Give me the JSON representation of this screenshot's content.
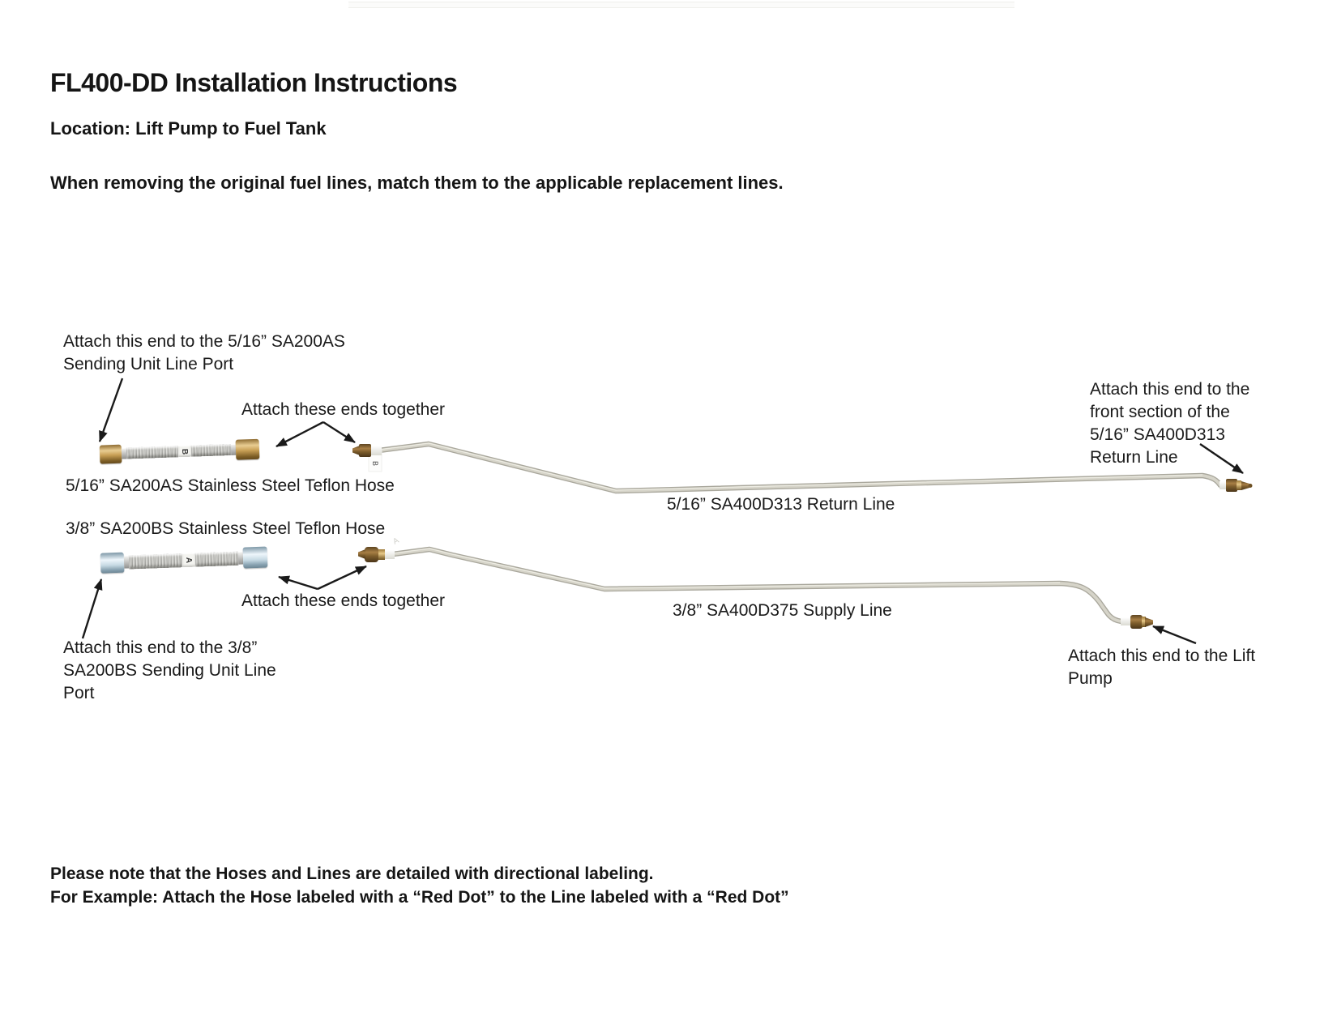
{
  "header": {
    "title": "FL400-DD Installation Instructions",
    "location": "Location: Lift Pump to Fuel Tank",
    "intro": "When removing the original fuel lines, match them to the applicable replacement lines."
  },
  "diagram": {
    "hose_b": {
      "label": "5/16” SA200AS Stainless Steel Teflon Hose",
      "tag": "B",
      "attach_line1": "Attach this end to the 5/16” SA200AS",
      "attach_line2": "Sending Unit Line Port",
      "join_label": "Attach these ends together"
    },
    "return_line": {
      "label": "5/16” SA400D313 Return Line",
      "tag": "B",
      "attach_line1": "Attach this end to the",
      "attach_line2": "front section of the",
      "attach_line3": "5/16” SA400D313",
      "attach_line4": "Return Line"
    },
    "hose_a": {
      "label": "3/8” SA200BS Stainless Steel Teflon Hose",
      "tag": "A",
      "attach_line1": "Attach this end to the 3/8”",
      "attach_line2": "SA200BS Sending Unit Line",
      "attach_line3": "Port",
      "join_label": "Attach these ends together"
    },
    "supply_line": {
      "label": "3/8” SA400D375 Supply Line",
      "tag": "A",
      "attach_line1": "Attach this end to the Lift",
      "attach_line2": "Pump"
    }
  },
  "footer": {
    "note_line1": "Please note that the Hoses and Lines are detailed with directional labeling.",
    "note_line2": "For Example: Attach the Hose labeled with a “Red Dot” to the Line labeled with a “Red Dot”"
  },
  "colors": {
    "tube_edge": "#a9a79c",
    "tube_body": "#d6d4c9",
    "brass_dark": "#6b4f26",
    "arrow": "#1a1a1a"
  }
}
